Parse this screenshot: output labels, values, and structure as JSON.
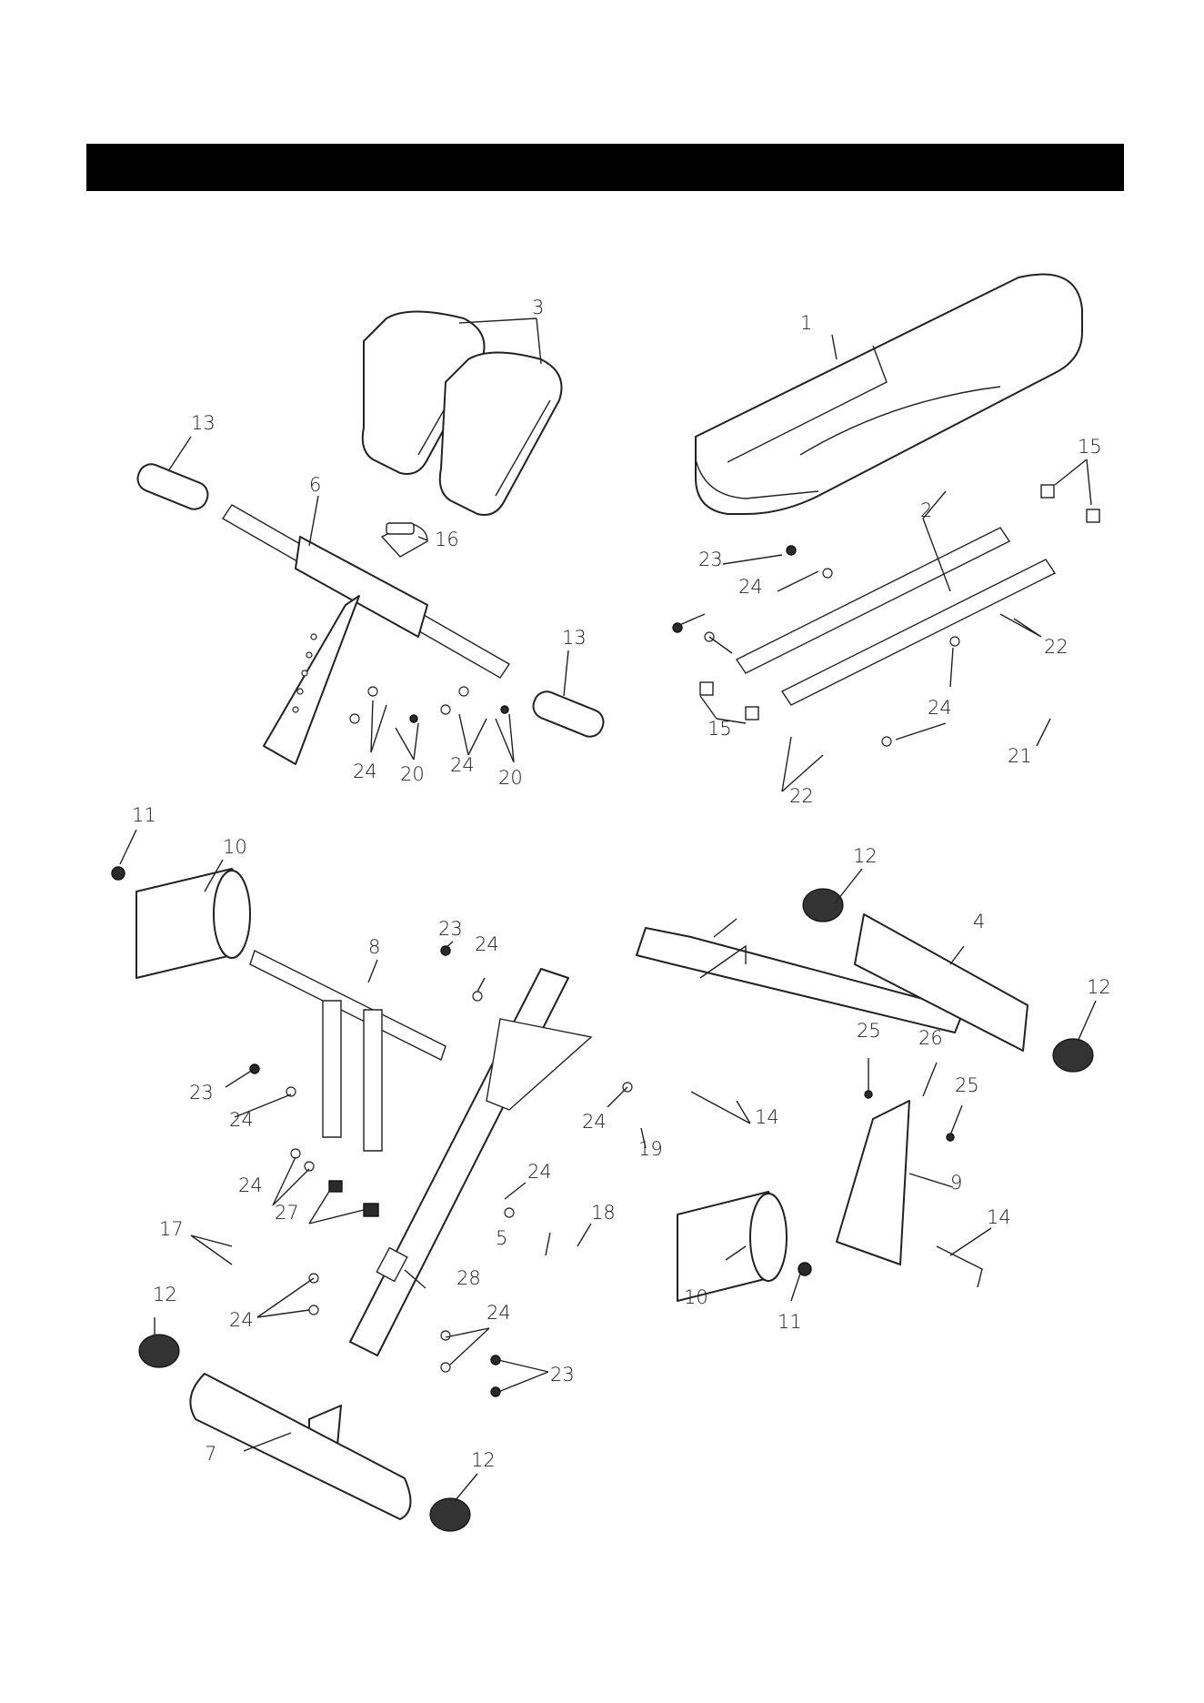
{
  "header": {
    "color": "#000000"
  },
  "labels": [
    {
      "id": "l1",
      "text": "1"
    },
    {
      "id": "l2",
      "text": "2"
    },
    {
      "id": "l3",
      "text": "3"
    },
    {
      "id": "l4",
      "text": "4"
    },
    {
      "id": "l5",
      "text": "5"
    },
    {
      "id": "l6",
      "text": "6"
    },
    {
      "id": "l7",
      "text": "7"
    },
    {
      "id": "l8",
      "text": "8"
    },
    {
      "id": "l9",
      "text": "9"
    },
    {
      "id": "l10a",
      "text": "10"
    },
    {
      "id": "l10b",
      "text": "10"
    },
    {
      "id": "l11a",
      "text": "11"
    },
    {
      "id": "l11b",
      "text": "11"
    },
    {
      "id": "l12a",
      "text": "12"
    },
    {
      "id": "l12b",
      "text": "12"
    },
    {
      "id": "l12c",
      "text": "12"
    },
    {
      "id": "l12d",
      "text": "12"
    },
    {
      "id": "l13a",
      "text": "13"
    },
    {
      "id": "l13b",
      "text": "13"
    },
    {
      "id": "l14a",
      "text": "14"
    },
    {
      "id": "l14b",
      "text": "14"
    },
    {
      "id": "l15a",
      "text": "15"
    },
    {
      "id": "l15b",
      "text": "15"
    },
    {
      "id": "l16",
      "text": "16"
    },
    {
      "id": "l17",
      "text": "17"
    },
    {
      "id": "l18",
      "text": "18"
    },
    {
      "id": "l19",
      "text": "19"
    },
    {
      "id": "l20a",
      "text": "20"
    },
    {
      "id": "l20b",
      "text": "20"
    },
    {
      "id": "l21",
      "text": "21"
    },
    {
      "id": "l22a",
      "text": "22"
    },
    {
      "id": "l22b",
      "text": "22"
    },
    {
      "id": "l23a",
      "text": "23"
    },
    {
      "id": "l23b",
      "text": "23"
    },
    {
      "id": "l23c",
      "text": "23"
    },
    {
      "id": "l23d",
      "text": "23"
    },
    {
      "id": "l24a",
      "text": "24"
    },
    {
      "id": "l24b",
      "text": "24"
    },
    {
      "id": "l24c",
      "text": "24"
    },
    {
      "id": "l24d",
      "text": "24"
    },
    {
      "id": "l24e",
      "text": "24"
    },
    {
      "id": "l24f",
      "text": "24"
    },
    {
      "id": "l24g",
      "text": "24"
    },
    {
      "id": "l24h",
      "text": "24"
    },
    {
      "id": "l24i",
      "text": "24"
    },
    {
      "id": "l24j",
      "text": "24"
    },
    {
      "id": "l24k",
      "text": "24"
    },
    {
      "id": "l25a",
      "text": "25"
    },
    {
      "id": "l25b",
      "text": "25"
    },
    {
      "id": "l26",
      "text": "26"
    },
    {
      "id": "l27",
      "text": "27"
    },
    {
      "id": "l28",
      "text": "28"
    }
  ]
}
